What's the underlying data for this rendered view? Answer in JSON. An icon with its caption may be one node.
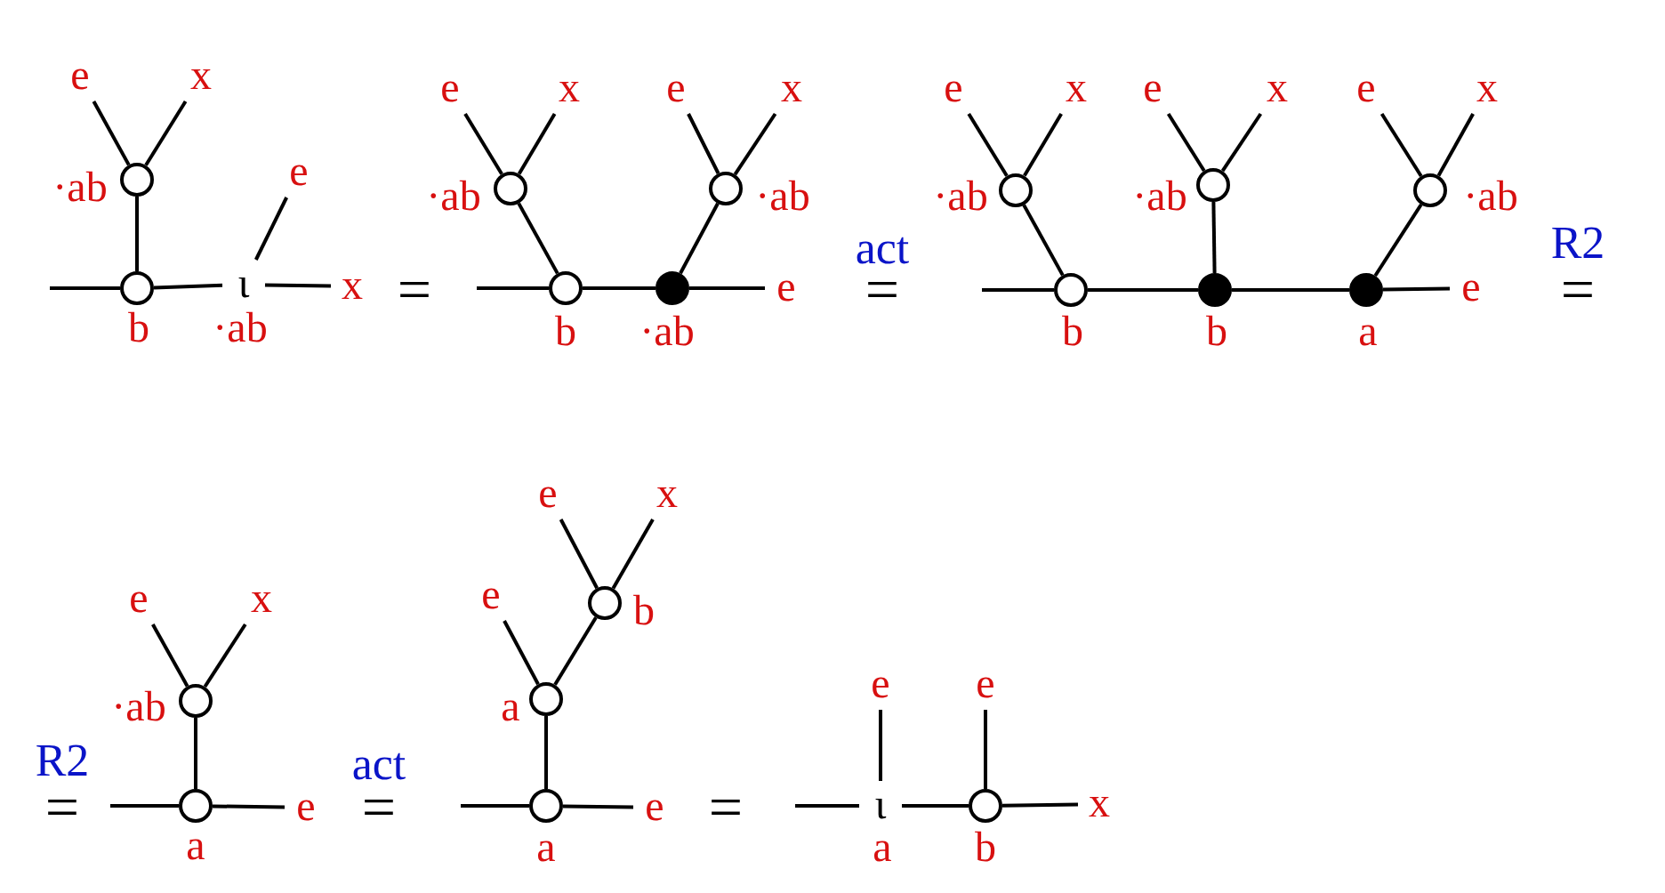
{
  "diagram": {
    "nodes": [
      {
        "text": [
          "e"
        ]
      },
      {
        "text": [
          "x"
        ]
      },
      {
        "text": [],
        "shape": "circle",
        "beside": [
          "·ab"
        ]
      },
      {
        "text": [
          "e"
        ]
      },
      {
        "text": [],
        "shape": "circle",
        "beside": [
          "b"
        ]
      },
      {
        "text": [
          "ι"
        ],
        "beside": [
          "·ab"
        ]
      },
      {
        "text": [
          "x"
        ]
      },
      {
        "text": [
          "e"
        ]
      },
      {
        "text": [
          "x"
        ]
      },
      {
        "text": [
          "e"
        ]
      },
      {
        "text": [
          "x"
        ]
      },
      {
        "text": [],
        "shape": "circle",
        "beside": [
          "·ab"
        ]
      },
      {
        "text": [],
        "shape": "circle",
        "beside": [
          "·ab"
        ]
      },
      {
        "text": [],
        "shape": "circle",
        "beside": [
          "b"
        ]
      },
      {
        "text": [],
        "shape": "disc",
        "beside": [
          "·ab"
        ]
      },
      {
        "text": [
          "e"
        ]
      },
      {
        "text": [
          "e"
        ]
      },
      {
        "text": [
          "x"
        ]
      },
      {
        "text": [
          "e"
        ]
      },
      {
        "text": [
          "x"
        ]
      },
      {
        "text": [
          "e"
        ]
      },
      {
        "text": [
          "x"
        ]
      },
      {
        "text": [],
        "shape": "circle",
        "beside": [
          "·ab"
        ]
      },
      {
        "text": [],
        "shape": "circle",
        "beside": [
          "·ab"
        ]
      },
      {
        "text": [],
        "shape": "circle",
        "beside": [
          "·ab"
        ]
      },
      {
        "text": [],
        "shape": "circle",
        "beside": [
          "b"
        ]
      },
      {
        "text": [],
        "shape": "disc",
        "beside": [
          "b"
        ]
      },
      {
        "text": [],
        "shape": "disc",
        "beside": [
          "a"
        ]
      },
      {
        "text": [
          "e"
        ]
      },
      {
        "text": [
          "e"
        ]
      },
      {
        "text": [
          "x"
        ]
      },
      {
        "text": [],
        "shape": "circle",
        "beside": [
          "·ab"
        ]
      },
      {
        "text": [],
        "shape": "circle",
        "beside": [
          "a"
        ]
      },
      {
        "text": [
          "e"
        ]
      },
      {
        "text": [
          "e"
        ]
      },
      {
        "text": [
          "x"
        ]
      },
      {
        "text": [
          "e"
        ]
      },
      {
        "text": [],
        "shape": "circle",
        "beside": [
          "b"
        ]
      },
      {
        "text": [],
        "shape": "circle",
        "beside": [
          "a"
        ]
      },
      {
        "text": [],
        "shape": "circle",
        "beside": [
          "a"
        ]
      },
      {
        "text": [
          "e"
        ]
      },
      {
        "text": [
          "e"
        ]
      },
      {
        "text": [
          "e"
        ]
      },
      {
        "text": [
          "ι"
        ],
        "beside": [
          "a"
        ]
      },
      {
        "text": [],
        "shape": "circle",
        "beside": [
          "b"
        ]
      },
      {
        "text": [
          "x"
        ]
      }
    ],
    "edges": [
      {
        "from": 0,
        "to": 2,
        "arrow": "none"
      },
      {
        "from": 1,
        "to": 2,
        "arrow": "none"
      },
      {
        "from": 2,
        "to": 4,
        "arrow": "none"
      },
      {
        "from": null,
        "to": 4,
        "arrow": "none"
      },
      {
        "from": 4,
        "to": 5,
        "arrow": "none"
      },
      {
        "from": 3,
        "to": 5,
        "arrow": "none"
      },
      {
        "from": 5,
        "to": 6,
        "arrow": "none"
      },
      {
        "from": 7,
        "to": 11,
        "arrow": "none"
      },
      {
        "from": 8,
        "to": 11,
        "arrow": "none"
      },
      {
        "from": 9,
        "to": 12,
        "arrow": "none"
      },
      {
        "from": 10,
        "to": 12,
        "arrow": "none"
      },
      {
        "from": 11,
        "to": 13,
        "arrow": "none"
      },
      {
        "from": 12,
        "to": 14,
        "arrow": "none"
      },
      {
        "from": null,
        "to": 13,
        "arrow": "none"
      },
      {
        "from": 13,
        "to": 14,
        "arrow": "none"
      },
      {
        "from": 14,
        "to": 15,
        "arrow": "none"
      },
      {
        "from": 16,
        "to": 22,
        "arrow": "none"
      },
      {
        "from": 17,
        "to": 22,
        "arrow": "none"
      },
      {
        "from": 18,
        "to": 23,
        "arrow": "none"
      },
      {
        "from": 19,
        "to": 23,
        "arrow": "none"
      },
      {
        "from": 20,
        "to": 24,
        "arrow": "none"
      },
      {
        "from": 21,
        "to": 24,
        "arrow": "none"
      },
      {
        "from": 22,
        "to": 25,
        "arrow": "none"
      },
      {
        "from": 23,
        "to": 26,
        "arrow": "none"
      },
      {
        "from": 24,
        "to": 27,
        "arrow": "none"
      },
      {
        "from": null,
        "to": 25,
        "arrow": "none"
      },
      {
        "from": 25,
        "to": 26,
        "arrow": "none"
      },
      {
        "from": 26,
        "to": 27,
        "arrow": "none"
      },
      {
        "from": 27,
        "to": 28,
        "arrow": "none"
      },
      {
        "from": 29,
        "to": 31,
        "arrow": "none"
      },
      {
        "from": 30,
        "to": 31,
        "arrow": "none"
      },
      {
        "from": 31,
        "to": 32,
        "arrow": "none"
      },
      {
        "from": null,
        "to": 32,
        "arrow": "none"
      },
      {
        "from": 32,
        "to": 33,
        "arrow": "none"
      },
      {
        "from": 34,
        "to": 37,
        "arrow": "none"
      },
      {
        "from": 35,
        "to": 37,
        "arrow": "none"
      },
      {
        "from": 36,
        "to": 38,
        "arrow": "none"
      },
      {
        "from": 37,
        "to": 38,
        "arrow": "none"
      },
      {
        "from": 38,
        "to": 39,
        "arrow": "none"
      },
      {
        "from": null,
        "to": 39,
        "arrow": "none"
      },
      {
        "from": 39,
        "to": 40,
        "arrow": "none"
      },
      {
        "from": null,
        "to": 43,
        "arrow": "none"
      },
      {
        "from": 41,
        "to": 43,
        "arrow": "none"
      },
      {
        "from": 43,
        "to": 44,
        "arrow": "none"
      },
      {
        "from": 42,
        "to": 44,
        "arrow": "none"
      },
      {
        "from": 44,
        "to": 45,
        "arrow": "none"
      }
    ],
    "labels": [
      "=",
      "act",
      "=",
      "R2",
      "=",
      "R2",
      "=",
      "act",
      "=",
      "="
    ]
  }
}
